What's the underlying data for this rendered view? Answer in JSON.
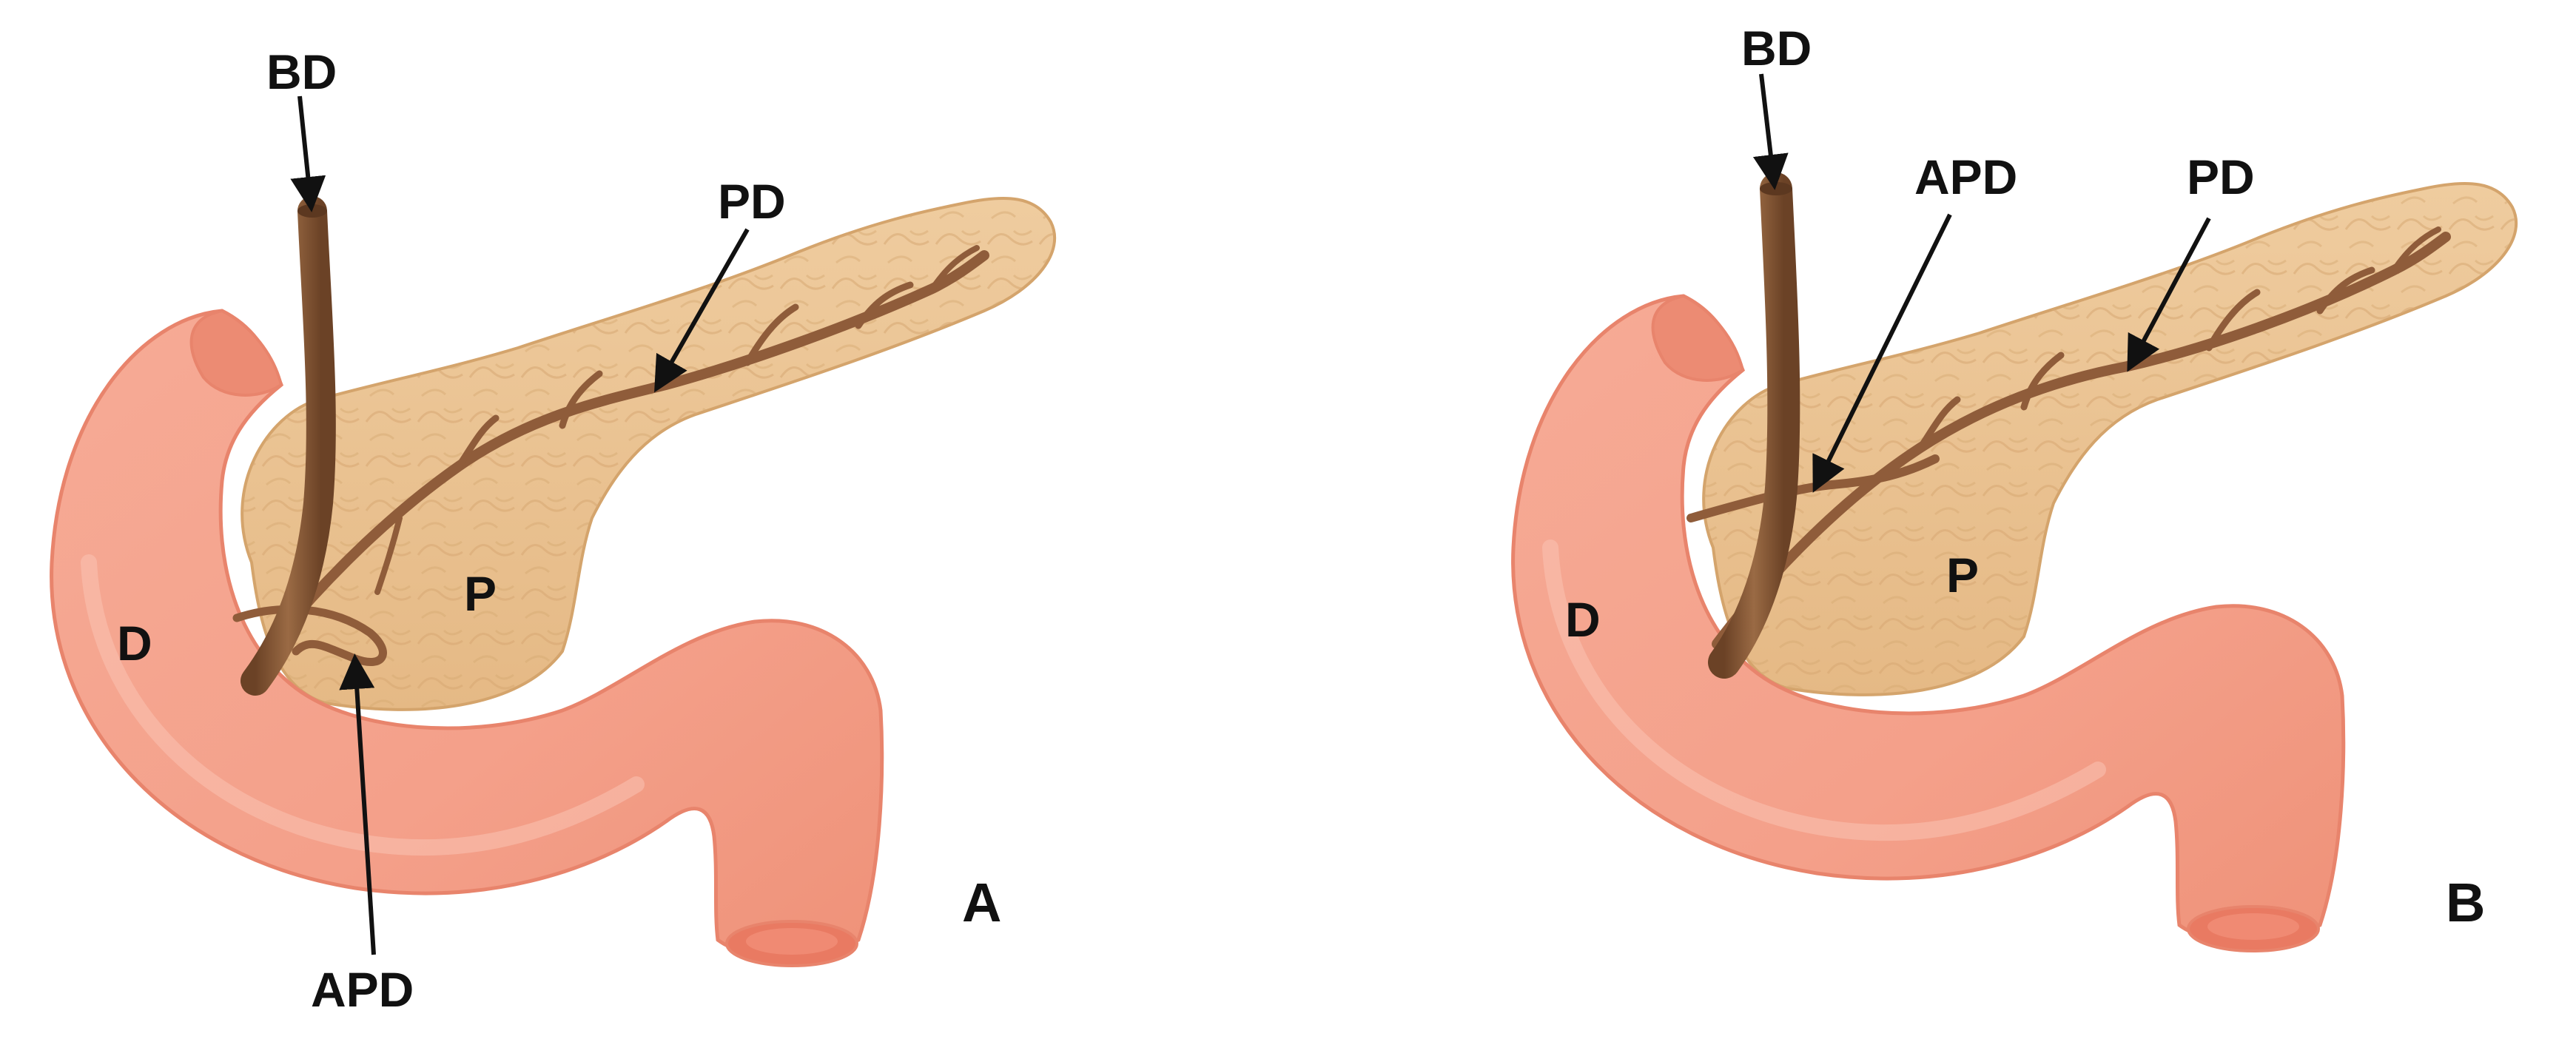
{
  "colors": {
    "duodenum_fill": "#f4a08a",
    "duodenum_edge": "#e8846c",
    "duodenum_highlight": "#f8b8a6",
    "lumen": "#e97a62",
    "pancreas_fill": "#ebc393",
    "pancreas_edge": "#d4a46c",
    "pancreas_texture": "#dcb07c",
    "duct": "#8f5c3a",
    "duct_dark": "#6b4226",
    "bile_duct": "#7d4d2c",
    "label": "#111111"
  },
  "panel_a": {
    "label_bd": "BD",
    "label_pd": "PD",
    "label_apd": "APD",
    "label_p": "P",
    "label_d": "D",
    "panel_letter": "A"
  },
  "panel_b": {
    "label_bd": "BD",
    "label_pd": "PD",
    "label_apd": "APD",
    "label_p": "P",
    "label_d": "D",
    "panel_letter": "B"
  }
}
